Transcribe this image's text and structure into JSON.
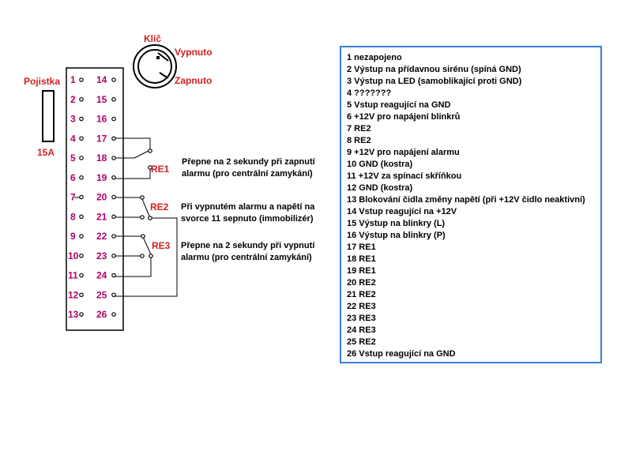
{
  "labels": {
    "key": "Klíč",
    "off": "Vypnuto",
    "on": "Zapnuto",
    "fuse": "Pojistka",
    "fuse_rating": "15A",
    "re1": "RE1",
    "re2": "RE2",
    "re3": "RE3"
  },
  "pins_left": [
    "1",
    "2",
    "3",
    "4",
    "5",
    "6",
    "7",
    "8",
    "9",
    "10",
    "11",
    "12",
    "13"
  ],
  "pins_right": [
    "14",
    "15",
    "16",
    "17",
    "18",
    "19",
    "20",
    "21",
    "22",
    "23",
    "24",
    "25",
    "26"
  ],
  "relay_notes": {
    "re1": [
      "Přepne na 2 sekundy při zapnutí",
      "alarmu (pro centrální zamykání)"
    ],
    "re2": [
      "Při vypnutém alarmu a napětí na",
      "svorce 11 sepnuto (immobilizér)"
    ],
    "re3": [
      "Přepne na 2 sekundy při vypnutí",
      "alarmu (pro centrální zamykání)"
    ]
  },
  "legend": [
    "1 nezapojeno",
    "2 Výstup na přídavnou sirénu (spíná GND)",
    "3 Výstup na LED (samoblikající proti GND)",
    "4 ???????",
    "5 Vstup reagující na GND",
    "6 +12V pro napájení blinkrů",
    "7 RE2",
    "8 RE2",
    "9 +12V pro napájení alarmu",
    "10 GND (kostra)",
    "11 +12V za spínací skříňkou",
    "12 GND (kostra)",
    "13 Blokování čidla změny napětí (při +12V čidlo neaktivní)",
    "14 Vstup reagující na +12V",
    "15 Výstup na blinkry (L)",
    "16 Výstup na blinkry (P)",
    "17 RE1",
    "18 RE1",
    "19 RE1",
    "20 RE2",
    "21 RE2",
    "22 RE3",
    "23 RE3",
    "24 RE3",
    "25 RE2",
    "26 Vstup reagující na GND"
  ],
  "colors": {
    "pin_number": "#b0006a",
    "label_red": "#d42020",
    "legend_border": "#3a7fe0"
  }
}
